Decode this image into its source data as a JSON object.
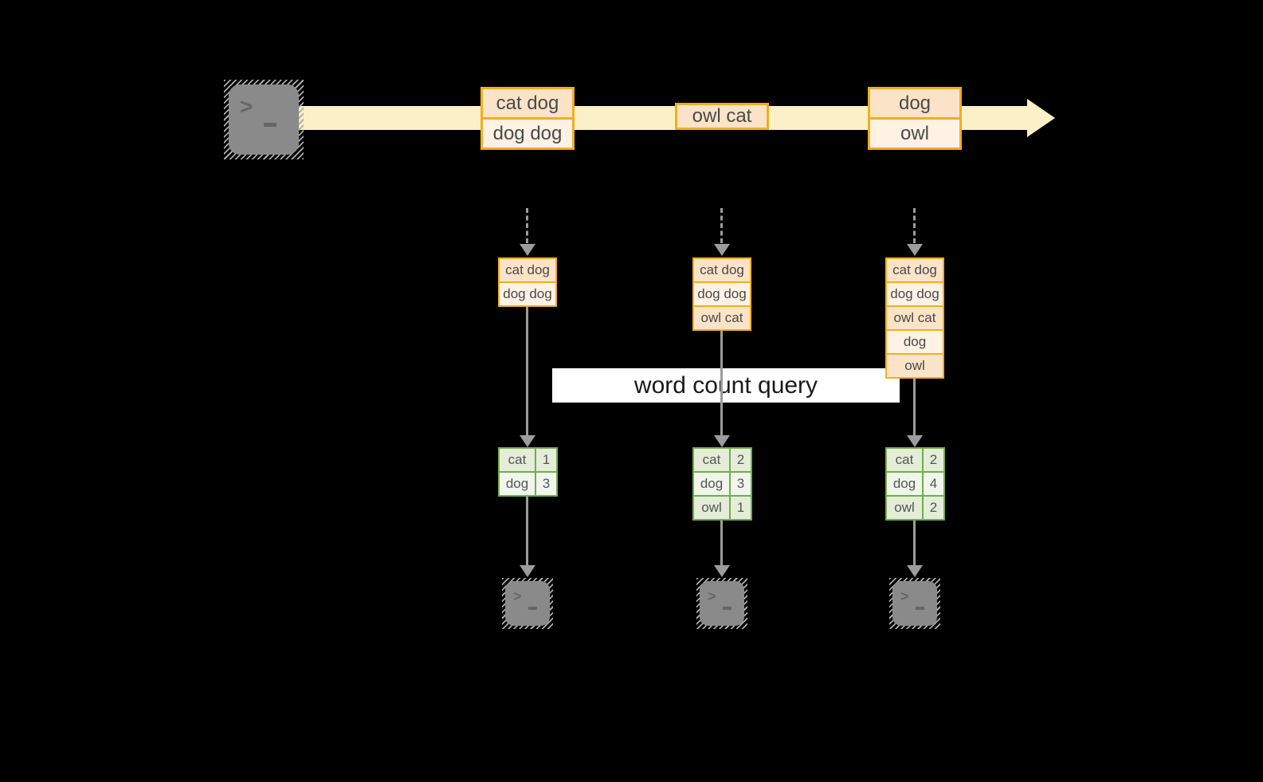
{
  "query": {
    "label": "word count query"
  },
  "icons": {
    "prompt": ">",
    "source": "terminal-icon",
    "sink": "terminal-icon"
  },
  "colors": {
    "background": "#000000",
    "stream_band": "#FBF0C7",
    "orange_border": "#F0AF1F",
    "row_peach": "#FBE3C8",
    "row_cream": "#FDF2E4",
    "green_border": "#76AB4A",
    "green_cell": "#E3EDD8",
    "green_cell_alt": "#F1F6EB",
    "connector_gray": "#9c9c9c",
    "terminal_gray": "#8a8a8a",
    "query_bg": "#ffffff"
  },
  "stream": {
    "events": [
      {
        "rows": [
          "cat dog",
          "dog dog"
        ]
      },
      {
        "rows": [
          "owl cat"
        ]
      },
      {
        "rows": [
          "dog",
          "owl"
        ]
      }
    ]
  },
  "columns": [
    {
      "accumulated": [
        "cat dog",
        "dog dog"
      ],
      "counts": [
        {
          "word": "cat",
          "count": "1"
        },
        {
          "word": "dog",
          "count": "3"
        }
      ]
    },
    {
      "accumulated": [
        "cat dog",
        "dog dog",
        "owl cat"
      ],
      "counts": [
        {
          "word": "cat",
          "count": "2"
        },
        {
          "word": "dog",
          "count": "3"
        },
        {
          "word": "owl",
          "count": "1"
        }
      ]
    },
    {
      "accumulated": [
        "cat dog",
        "dog dog",
        "owl cat",
        "dog",
        "owl"
      ],
      "counts": [
        {
          "word": "cat",
          "count": "2"
        },
        {
          "word": "dog",
          "count": "4"
        },
        {
          "word": "owl",
          "count": "2"
        }
      ]
    }
  ]
}
